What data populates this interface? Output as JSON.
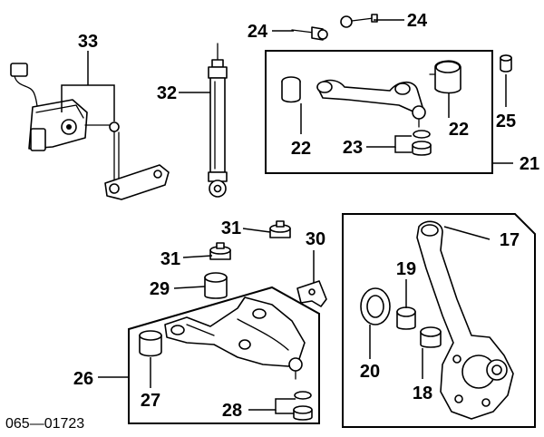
{
  "diagram": {
    "callouts": {
      "c17": "17",
      "c18": "18",
      "c19": "19",
      "c20": "20",
      "c21": "21",
      "c22a": "22",
      "c22b": "22",
      "c23": "23",
      "c24a": "24",
      "c24b": "24",
      "c25": "25",
      "c26": "26",
      "c27": "27",
      "c28": "28",
      "c29": "29",
      "c30": "30",
      "c31a": "31",
      "c31b": "31",
      "c32": "32",
      "c33": "33"
    },
    "diagram_code": "065—01723"
  }
}
